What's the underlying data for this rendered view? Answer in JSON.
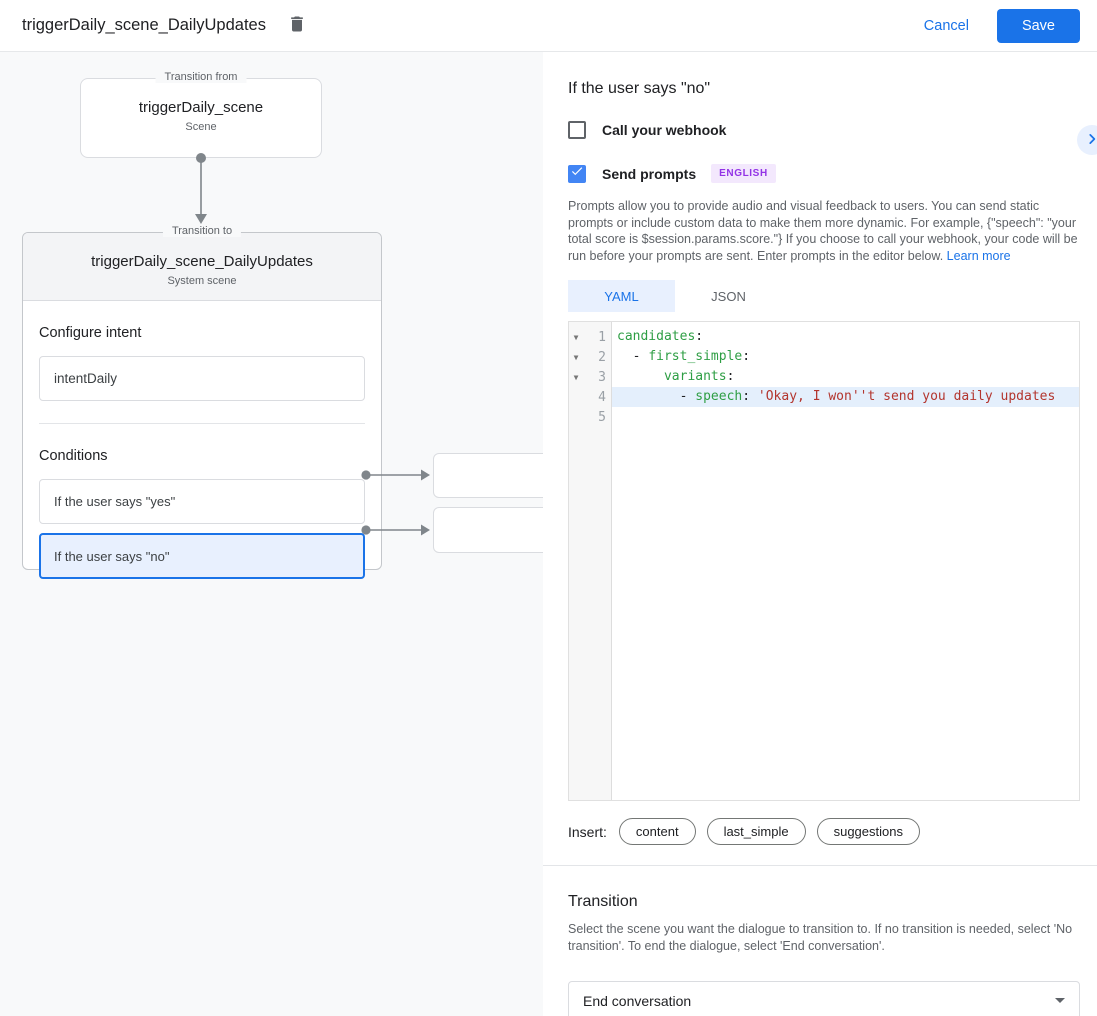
{
  "header": {
    "title": "triggerDaily_scene_DailyUpdates",
    "cancel_label": "Cancel",
    "save_label": "Save"
  },
  "diagram": {
    "from_node": {
      "legend": "Transition from",
      "name": "triggerDaily_scene",
      "type": "Scene"
    },
    "to_node": {
      "legend": "Transition to",
      "name": "triggerDaily_scene_DailyUpdates",
      "type": "System scene"
    },
    "configure_intent": {
      "label": "Configure intent",
      "value": "intentDaily"
    },
    "conditions": {
      "label": "Conditions",
      "items": [
        {
          "label": "If the user says \"yes\"",
          "selected": false
        },
        {
          "label": "If the user says \"no\"",
          "selected": true
        }
      ]
    }
  },
  "panel": {
    "title": "If the user says \"no\"",
    "expand_icon": "chevron-right-icon",
    "webhook_checkbox": {
      "label": "Call your webhook",
      "checked": false
    },
    "prompts_checkbox": {
      "label": "Send prompts",
      "checked": true,
      "badge": "ENGLISH"
    },
    "description": "Prompts allow you to provide audio and visual feedback to users. You can send static prompts or include custom data to make them more dynamic. For example, {\"speech\": \"your total score is $session.params.score.\"} If you choose to call your webhook, your code will be run before your prompts are sent. Enter prompts in the editor below. ",
    "learn_more_label": "Learn more",
    "tabs": [
      {
        "label": "YAML",
        "active": true
      },
      {
        "label": "JSON",
        "active": false
      }
    ],
    "editor": {
      "language": "yaml",
      "lines": [
        {
          "num": "1",
          "fold": true,
          "highlight": false,
          "segments": [
            {
              "t": "candidates",
              "c": "key"
            },
            {
              "t": ":",
              "c": "plain"
            }
          ]
        },
        {
          "num": "2",
          "fold": true,
          "highlight": false,
          "segments": [
            {
              "t": "  - ",
              "c": "plain"
            },
            {
              "t": "first_simple",
              "c": "key"
            },
            {
              "t": ":",
              "c": "plain"
            }
          ]
        },
        {
          "num": "3",
          "fold": true,
          "highlight": false,
          "segments": [
            {
              "t": "      ",
              "c": "plain"
            },
            {
              "t": "variants",
              "c": "key"
            },
            {
              "t": ":",
              "c": "plain"
            }
          ]
        },
        {
          "num": "4",
          "fold": false,
          "highlight": true,
          "segments": [
            {
              "t": "        - ",
              "c": "plain"
            },
            {
              "t": "speech",
              "c": "key"
            },
            {
              "t": ": ",
              "c": "plain"
            },
            {
              "t": "'Okay, I won''t send you daily updates",
              "c": "str"
            }
          ]
        },
        {
          "num": "5",
          "fold": false,
          "highlight": false,
          "segments": []
        }
      ]
    },
    "insert": {
      "label": "Insert:",
      "chips": [
        "content",
        "last_simple",
        "suggestions"
      ]
    },
    "transition": {
      "title": "Transition",
      "description": "Select the scene you want the dialogue to transition to. If no transition is needed, select 'No transition'. To end the dialogue, select 'End conversation'.",
      "selected_value": "End conversation"
    }
  },
  "colors": {
    "accent_blue": "#1a73e8",
    "checkbox_blue": "#4285f4",
    "selection_bg": "#e8f0fe",
    "badge_purple": "#9334e6",
    "code_key_green": "#2e9e44",
    "code_string_red": "#b3352e"
  }
}
